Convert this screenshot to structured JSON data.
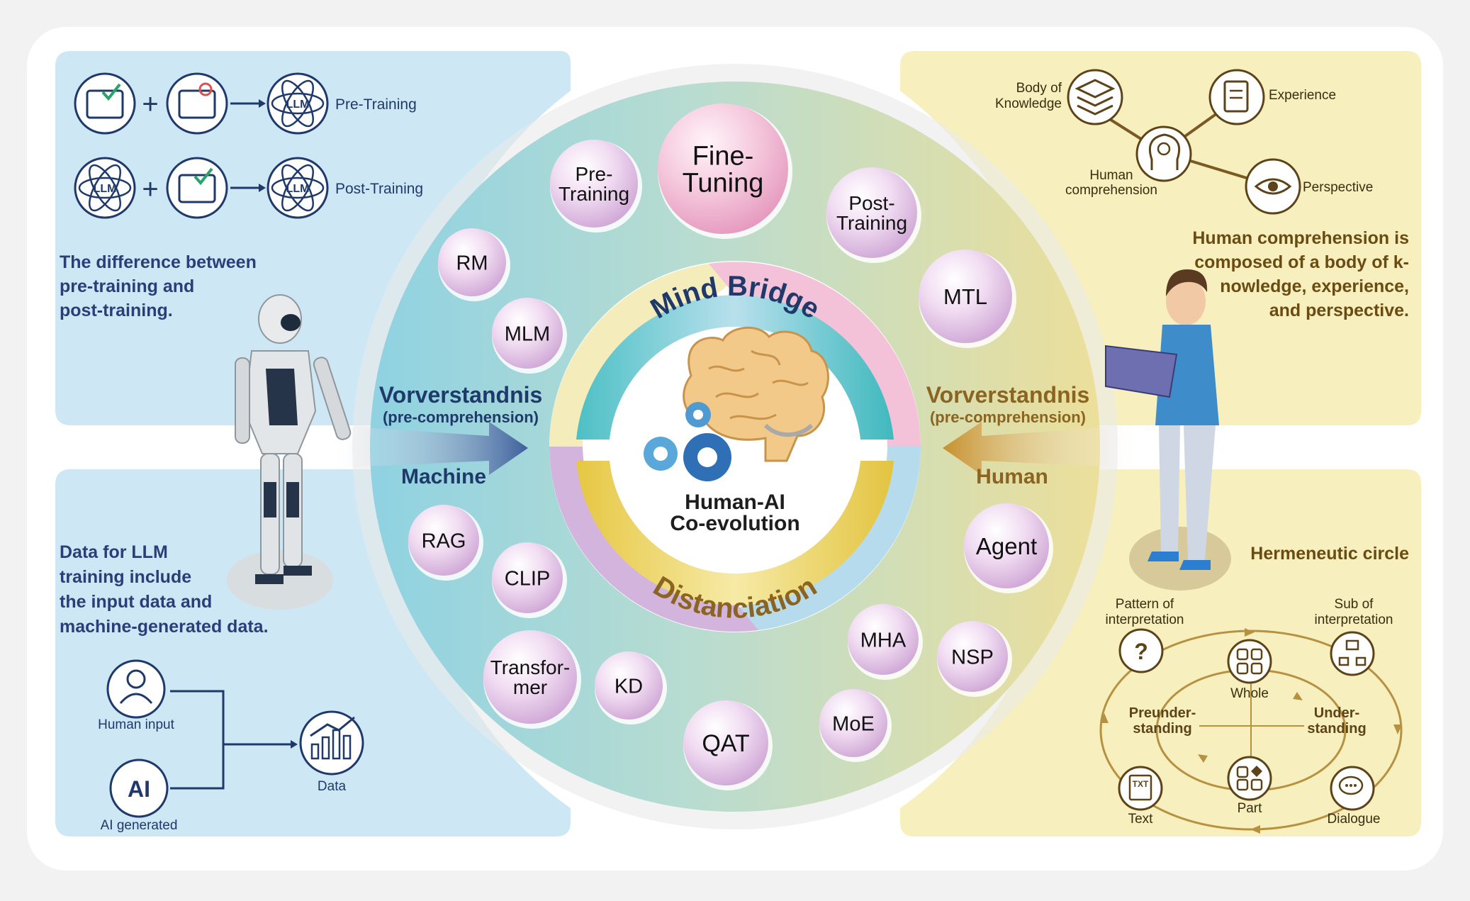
{
  "top_left": {
    "pre_training_label": "Pre-Training",
    "post_training_label": "Post-Training",
    "llm_badge": "LLM",
    "plus": "+",
    "caption_lines": [
      "The difference between",
      "pre-training and",
      "post-training."
    ]
  },
  "bottom_left": {
    "caption_lines": [
      "Data for LLM",
      "training include",
      "the input data and",
      "machine-generated data."
    ],
    "human_input_label": "Human input",
    "ai_generated_label": "AI generated",
    "ai_badge": "AI",
    "data_label": "Data"
  },
  "top_right": {
    "body_of_knowledge_lines": [
      "Body of",
      "Knowledge"
    ],
    "experience_label": "Experience",
    "human_comprehension_lines": [
      "Human",
      "comprehension"
    ],
    "perspective_label": "Perspective",
    "caption_lines": [
      "Human comprehension is",
      "composed of a body of k-",
      "nowledge, experience,",
      "and perspective."
    ]
  },
  "bottom_right": {
    "title": "Hermeneutic circle",
    "pattern_lines": [
      "Pattern of",
      "interpretation"
    ],
    "sub_lines": [
      "Sub of",
      "interpretation"
    ],
    "whole_label": "Whole",
    "preunderstanding_lines": [
      "Preunder-",
      "standing"
    ],
    "understanding_lines": [
      "Under-",
      "standing"
    ],
    "part_label": "Part",
    "text_label": "Text",
    "txt_badge": "TXT",
    "dialogue_label": "Dialogue"
  },
  "center": {
    "mind_bridge": "Mind Bridge",
    "distanciation": "Distanciation",
    "core_lines": [
      "Human-AI",
      "Co-evolution"
    ],
    "left_title": "Vorverstandnis",
    "left_subtitle": "(pre-comprehension)",
    "left_side": "Machine",
    "right_title": "Vorverstandnis",
    "right_subtitle": "(pre-comprehension)",
    "right_side": "Human",
    "bubbles": [
      {
        "lines": [
          "Pre-",
          "Training"
        ]
      },
      {
        "lines": [
          "Fine-",
          "Tuning"
        ]
      },
      {
        "lines": [
          "Post-",
          "Training"
        ]
      },
      {
        "lines": [
          "MTL"
        ]
      },
      {
        "lines": [
          "RM"
        ]
      },
      {
        "lines": [
          "MLM"
        ]
      },
      {
        "lines": [
          "RAG"
        ]
      },
      {
        "lines": [
          "CLIP"
        ]
      },
      {
        "lines": [
          "Transfor-",
          "mer"
        ]
      },
      {
        "lines": [
          "KD"
        ]
      },
      {
        "lines": [
          "QAT"
        ]
      },
      {
        "lines": [
          "MoE"
        ]
      },
      {
        "lines": [
          "MHA"
        ]
      },
      {
        "lines": [
          "NSP"
        ]
      },
      {
        "lines": [
          "Agent"
        ]
      }
    ]
  },
  "colors": {
    "left_panel": "#cde8f4",
    "right_panel": "#f8efbf",
    "machine_navy": "#1f3a6a",
    "human_brown": "#8a6420",
    "bubble_text": "#111111"
  }
}
